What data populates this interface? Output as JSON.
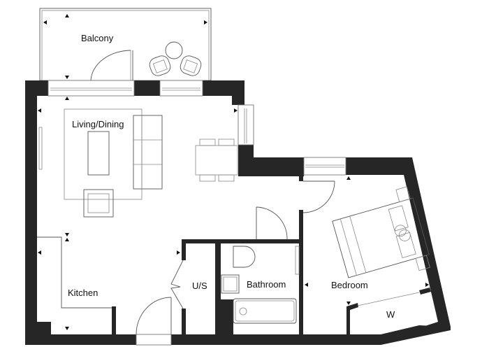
{
  "plan": {
    "rooms": [
      {
        "id": "balcony",
        "label": "Balcony"
      },
      {
        "id": "living",
        "label": "Living/Dining"
      },
      {
        "id": "kitchen",
        "label": "Kitchen"
      },
      {
        "id": "utility",
        "label": "U/S"
      },
      {
        "id": "bathroom",
        "label": "Bathroom"
      },
      {
        "id": "bedroom",
        "label": "Bedroom"
      },
      {
        "id": "wardrobe",
        "label": "W"
      }
    ],
    "colors": {
      "wall": "#262626",
      "line": "#555555",
      "background": "#ffffff"
    }
  }
}
